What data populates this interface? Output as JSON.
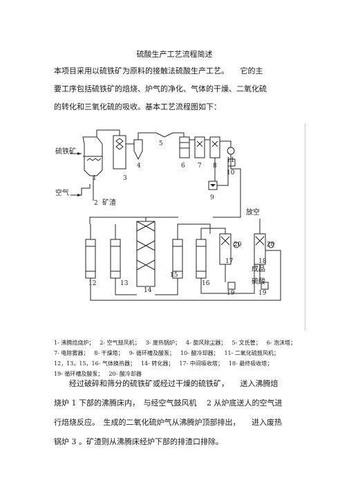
{
  "document": {
    "title": "硫酸生产工艺流程简述",
    "intro_lines": [
      "本项目采用以硫铁矿为原料的接触法硫酸生产工艺。　　它的主",
      "要工序包括硫铁矿的焙烧、炉气的净化、气体的干燥、二氧化硫",
      "的转化和三氧化硫的吸收。基本工艺流程图如下："
    ],
    "legend": [
      "1- 沸腾焙烧炉；",
      "2- 空气鼓风机；",
      "3- 废热锅炉；",
      "4- 旋风除尘器；",
      "5- 文氏管；",
      "6- 泡沫塔；",
      "7- 电除雾器；",
      "8- 干燥塔；",
      "9- 循环槽及酸泵；",
      "10- 酸冷却器；",
      "11- 二氧化硫鼓风机；",
      "12，13，15，16- 气体换热器；",
      "14- 转化器；",
      "17- 中间吸收塔；",
      "18- 最终吸收塔；",
      "19- 循环槽及酸泵；",
      "20- 酸冷却器"
    ],
    "body_lines": [
      "　　经过破碎和筛分的硫铁矿或经过干燥的硫铁矿，　　送入沸腾焙",
      "烧炉 1 下部的沸腾床内，　与经空气鼓风机　 2 从炉底送人的空气进",
      "行焙烧反应。　生成的二氧化硫炉气从沸腾炉顶部排出，　　进入废热",
      "锅炉 3 。矿渣则从沸腾床经炉下部的排渣口排除。"
    ]
  },
  "diagram_labels": {
    "ore": "硫铁矿",
    "air": "空气",
    "slag": "矿渣",
    "vent": "放空",
    "product_acid_1": "成品",
    "product_acid_2": "硫酸",
    "n1": "1",
    "n2": "2",
    "n3": "3",
    "n4": "4",
    "n5": "5",
    "n6": "6",
    "n7": "7",
    "n8": "8",
    "n9": "9",
    "n10": "10",
    "n11": "11",
    "n12": "12",
    "n13": "13",
    "n14": "14",
    "n15": "15",
    "n16": "16",
    "n17": "17",
    "n18": "18",
    "n19a": "19",
    "n19b": "19",
    "n20a": "20",
    "n20b": "20"
  }
}
